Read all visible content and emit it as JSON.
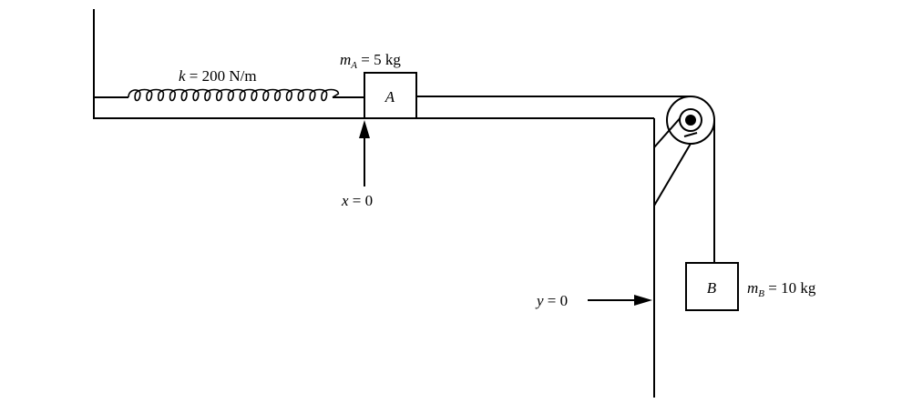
{
  "spring": {
    "label_symbol": "k",
    "label_value": "= 200 N/m"
  },
  "block_a": {
    "name": "A",
    "mass_symbol": "m",
    "mass_sub": "A",
    "mass_value": "= 5 kg"
  },
  "block_b": {
    "name": "B",
    "mass_symbol": "m",
    "mass_sub": "B",
    "mass_value": "= 10 kg"
  },
  "x_origin": {
    "var": "x",
    "value": "= 0"
  },
  "y_origin": {
    "var": "y",
    "value": "= 0"
  }
}
